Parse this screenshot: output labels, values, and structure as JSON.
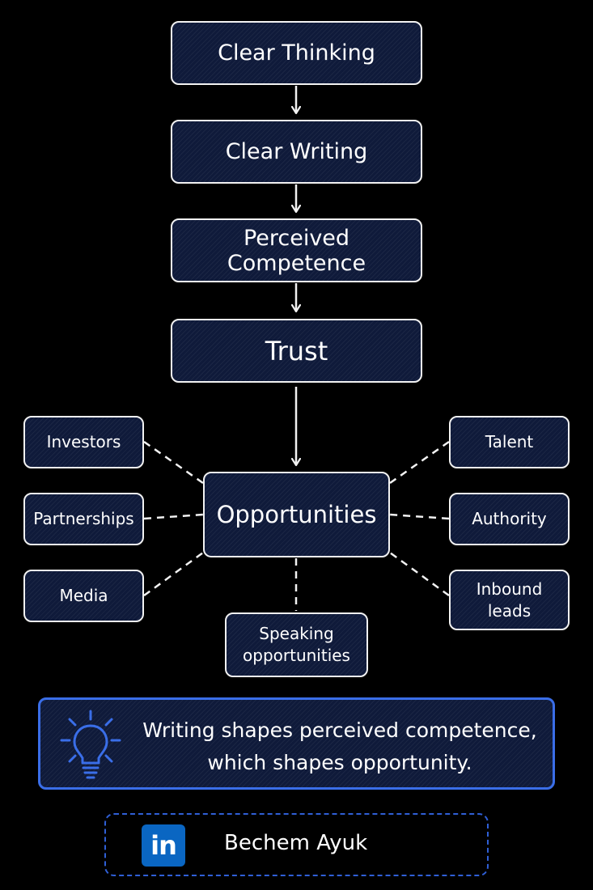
{
  "flow": {
    "clear_thinking": "Clear Thinking",
    "clear_writing": "Clear Writing",
    "perceived_competence": "Perceived Competence",
    "trust": "Trust",
    "opportunities": "Opportunities"
  },
  "outcomes": {
    "investors": "Investors",
    "partnerships": "Partnerships",
    "media": "Media",
    "talent": "Talent",
    "authority": "Authority",
    "inbound_leads_line1": "Inbound",
    "inbound_leads_line2": "leads",
    "speaking_line1": "Speaking",
    "speaking_line2": "opportunities"
  },
  "callout": {
    "line1": "Writing shapes perceived competence,",
    "line2": "which shapes opportunity.",
    "icon": "lightbulb-icon",
    "border_color": "#3a6ee8"
  },
  "footer": {
    "logo_text": "in",
    "name": "Bechem Ayuk",
    "icon": "linkedin-icon",
    "logo_color": "#0a66c2"
  },
  "colors": {
    "background": "#000000",
    "box_fill": "#0f1a3a",
    "line": "#f2f2f2"
  }
}
